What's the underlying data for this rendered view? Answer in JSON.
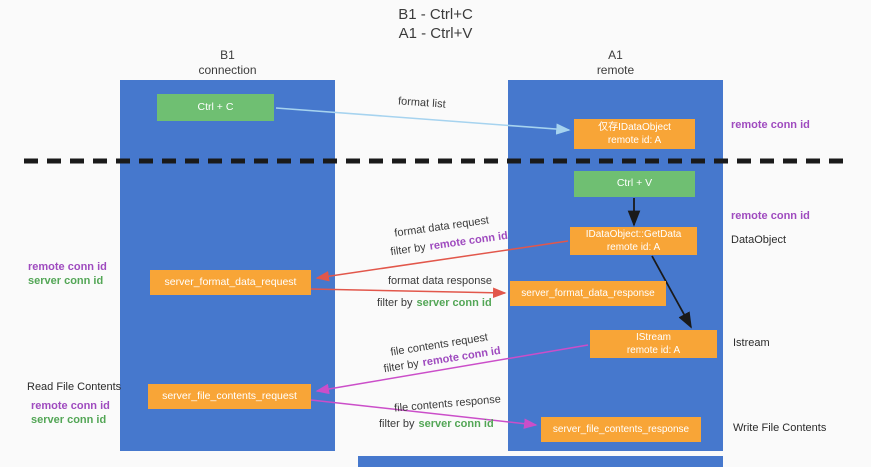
{
  "title": {
    "line1": "B1 - Ctrl+C",
    "line2": "A1 - Ctrl+V"
  },
  "lanes": {
    "b1": {
      "name": "B1",
      "role": "connection"
    },
    "a1": {
      "name": "A1",
      "role": "remote"
    }
  },
  "boxes": {
    "ctrl_c": {
      "label": "Ctrl + C"
    },
    "ctrl_v": {
      "label": "Ctrl + V"
    },
    "dataobject_stub": {
      "line1": "仅存IDataObject",
      "line2": "remote id: A"
    },
    "getdata": {
      "line1": "IDataObject::GetData",
      "line2": "remote id: A"
    },
    "istream": {
      "line1": "IStream",
      "line2": "remote id: A"
    },
    "format_request": {
      "label": "server_format_data_request"
    },
    "format_response": {
      "label": "server_format_data_response"
    },
    "file_request": {
      "label": "server_file_contents_request"
    },
    "file_response": {
      "label": "server_file_contents_response"
    }
  },
  "arrows": {
    "format_list": {
      "label": "format list"
    },
    "format_data_request": {
      "label": "format data request",
      "filter_prefix": "filter by",
      "filter_key": "remote conn id"
    },
    "format_data_response": {
      "label": "format data response",
      "filter_prefix": "filter by",
      "filter_key": "server conn id"
    },
    "file_contents_request": {
      "label": "file contents request",
      "filter_prefix": "filter by",
      "filter_key": "remote conn id"
    },
    "file_contents_response": {
      "label": "file contents response",
      "filter_prefix": "filter by",
      "filter_key": "server conn id"
    }
  },
  "side_labels": {
    "right_remote_conn_top": "remote conn id",
    "right_remote_conn_mid": "remote conn id",
    "right_dataobject": "DataObject",
    "right_istream": "Istream",
    "right_write_file": "Write File Contents",
    "left_remote_conn_1": "remote conn id",
    "left_server_conn_1": "server conn id",
    "left_read_file": "Read File Contents",
    "left_remote_conn_2": "remote conn id",
    "left_server_conn_2": "server conn id"
  },
  "colors": {
    "bg": "#fafafa",
    "lane": "#4678cd",
    "orange": "#f8a537",
    "green": "#6fbf72",
    "arrow-red": "#e2574b",
    "arrow-magenta": "#cb4ec9",
    "arrow-blue": "#a6d3ef",
    "arrow-black": "#1a1a1a",
    "text-purple": "#9f4bbf",
    "text-green": "#53a656"
  }
}
